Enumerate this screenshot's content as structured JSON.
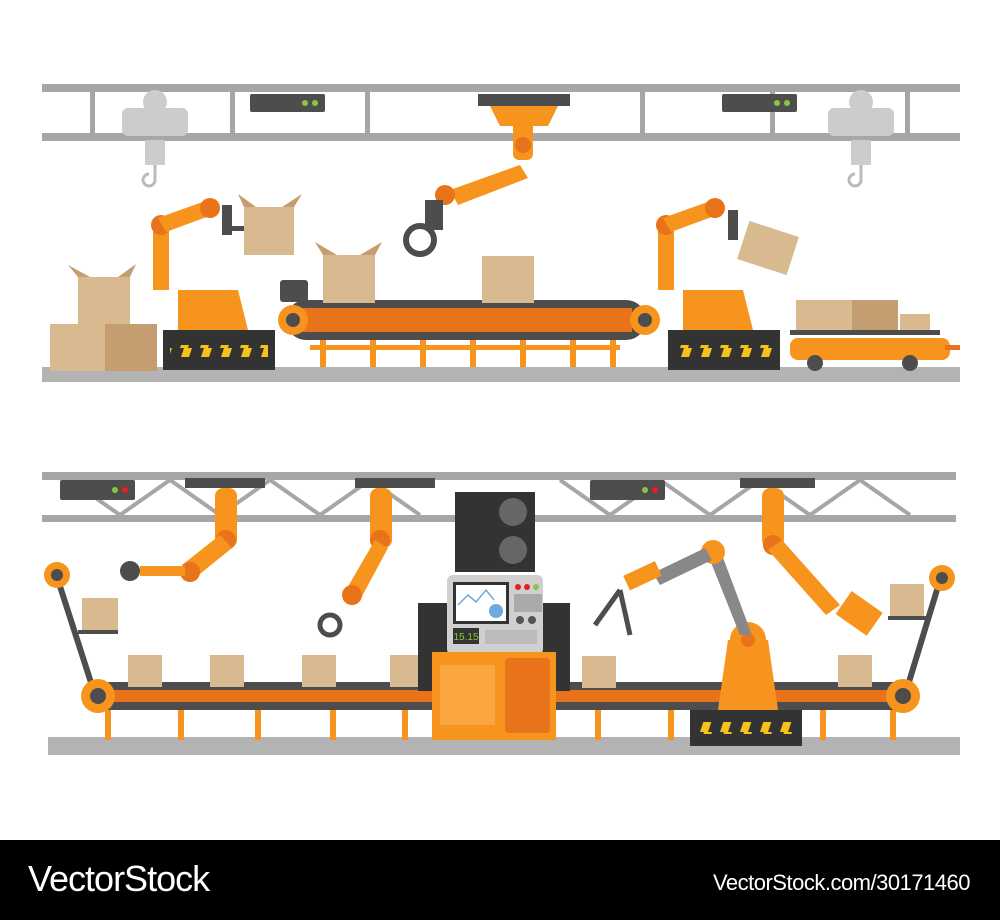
{
  "illustration": {
    "colors": {
      "orange": "#f7941d",
      "dark_orange": "#e8731a",
      "dark_gray": "#4d4d4d",
      "light_gray": "#b3b3b3",
      "rail_gray": "#a6a6a6",
      "box": "#d9b990",
      "box_dark": "#c49e70",
      "stripe_yellow": "#f9c21b"
    },
    "control_panel": {
      "clock_display": "15.15"
    }
  },
  "footer": {
    "logo": "VectorStock",
    "url": "VectorStock.com/30171460"
  }
}
